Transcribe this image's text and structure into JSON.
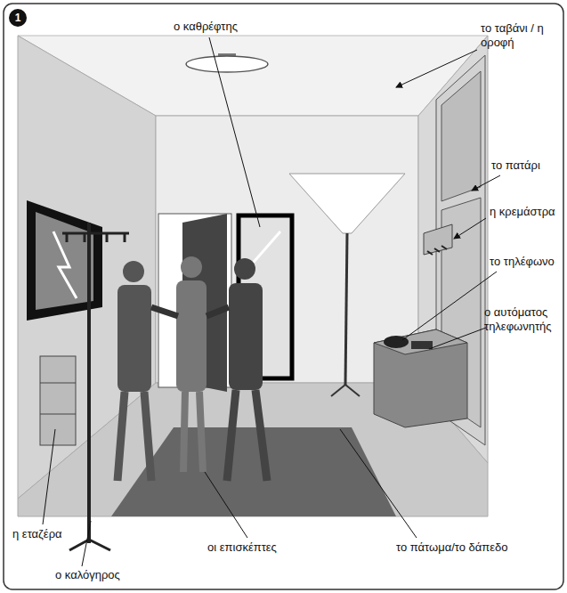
{
  "diagram": {
    "labels": [
      "1",
      "ο καθρέφτης",
      "το ταβάνι / η οροφή",
      "το πατάρι",
      "η κρεμάστρα",
      "το τηλέφωνο",
      "ο αυτόματος τηλεφωνητής",
      "η εταζέρα",
      "ο καλόγηρος",
      "οι επισκέπτες",
      "το πάτωμα/το δάπεδο"
    ]
  }
}
